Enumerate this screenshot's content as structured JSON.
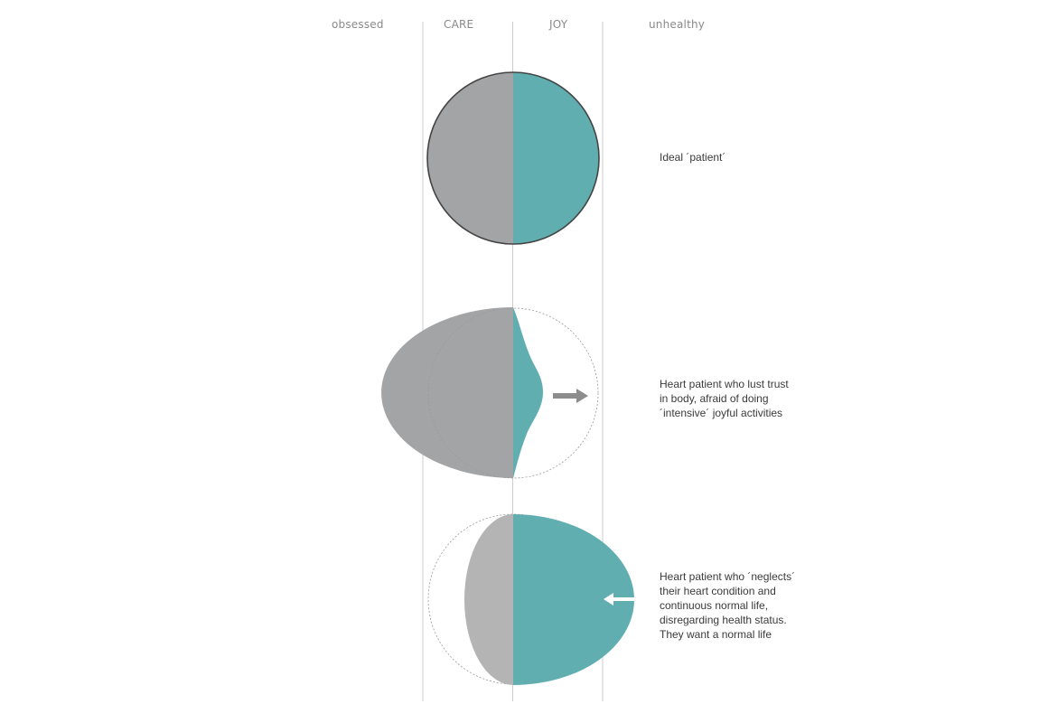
{
  "columns": {
    "obsessed": "obsessed",
    "care": "CARE",
    "joy": "JOY",
    "unhealthy": "unhealthy"
  },
  "colors": {
    "care_gray": "#a3a4a6",
    "care_gray_light": "#b4b4b5",
    "joy_teal": "#61aeb0",
    "outline": "#444444",
    "arrow_gray": "#8c8c8c",
    "divider": "#cccccc"
  },
  "rows": [
    {
      "id": "ideal",
      "lines": [
        "Ideal ´patient´"
      ]
    },
    {
      "id": "lost-trust",
      "lines": [
        "Heart patient who lust trust",
        "in body, afraid of doing",
        "´intensive´ joyful activities"
      ]
    },
    {
      "id": "neglects",
      "lines": [
        "Heart patient who ´neglects´",
        "their heart condition and",
        "continuous normal life,",
        "disregarding health status.",
        "They want a normal life"
      ]
    }
  ]
}
